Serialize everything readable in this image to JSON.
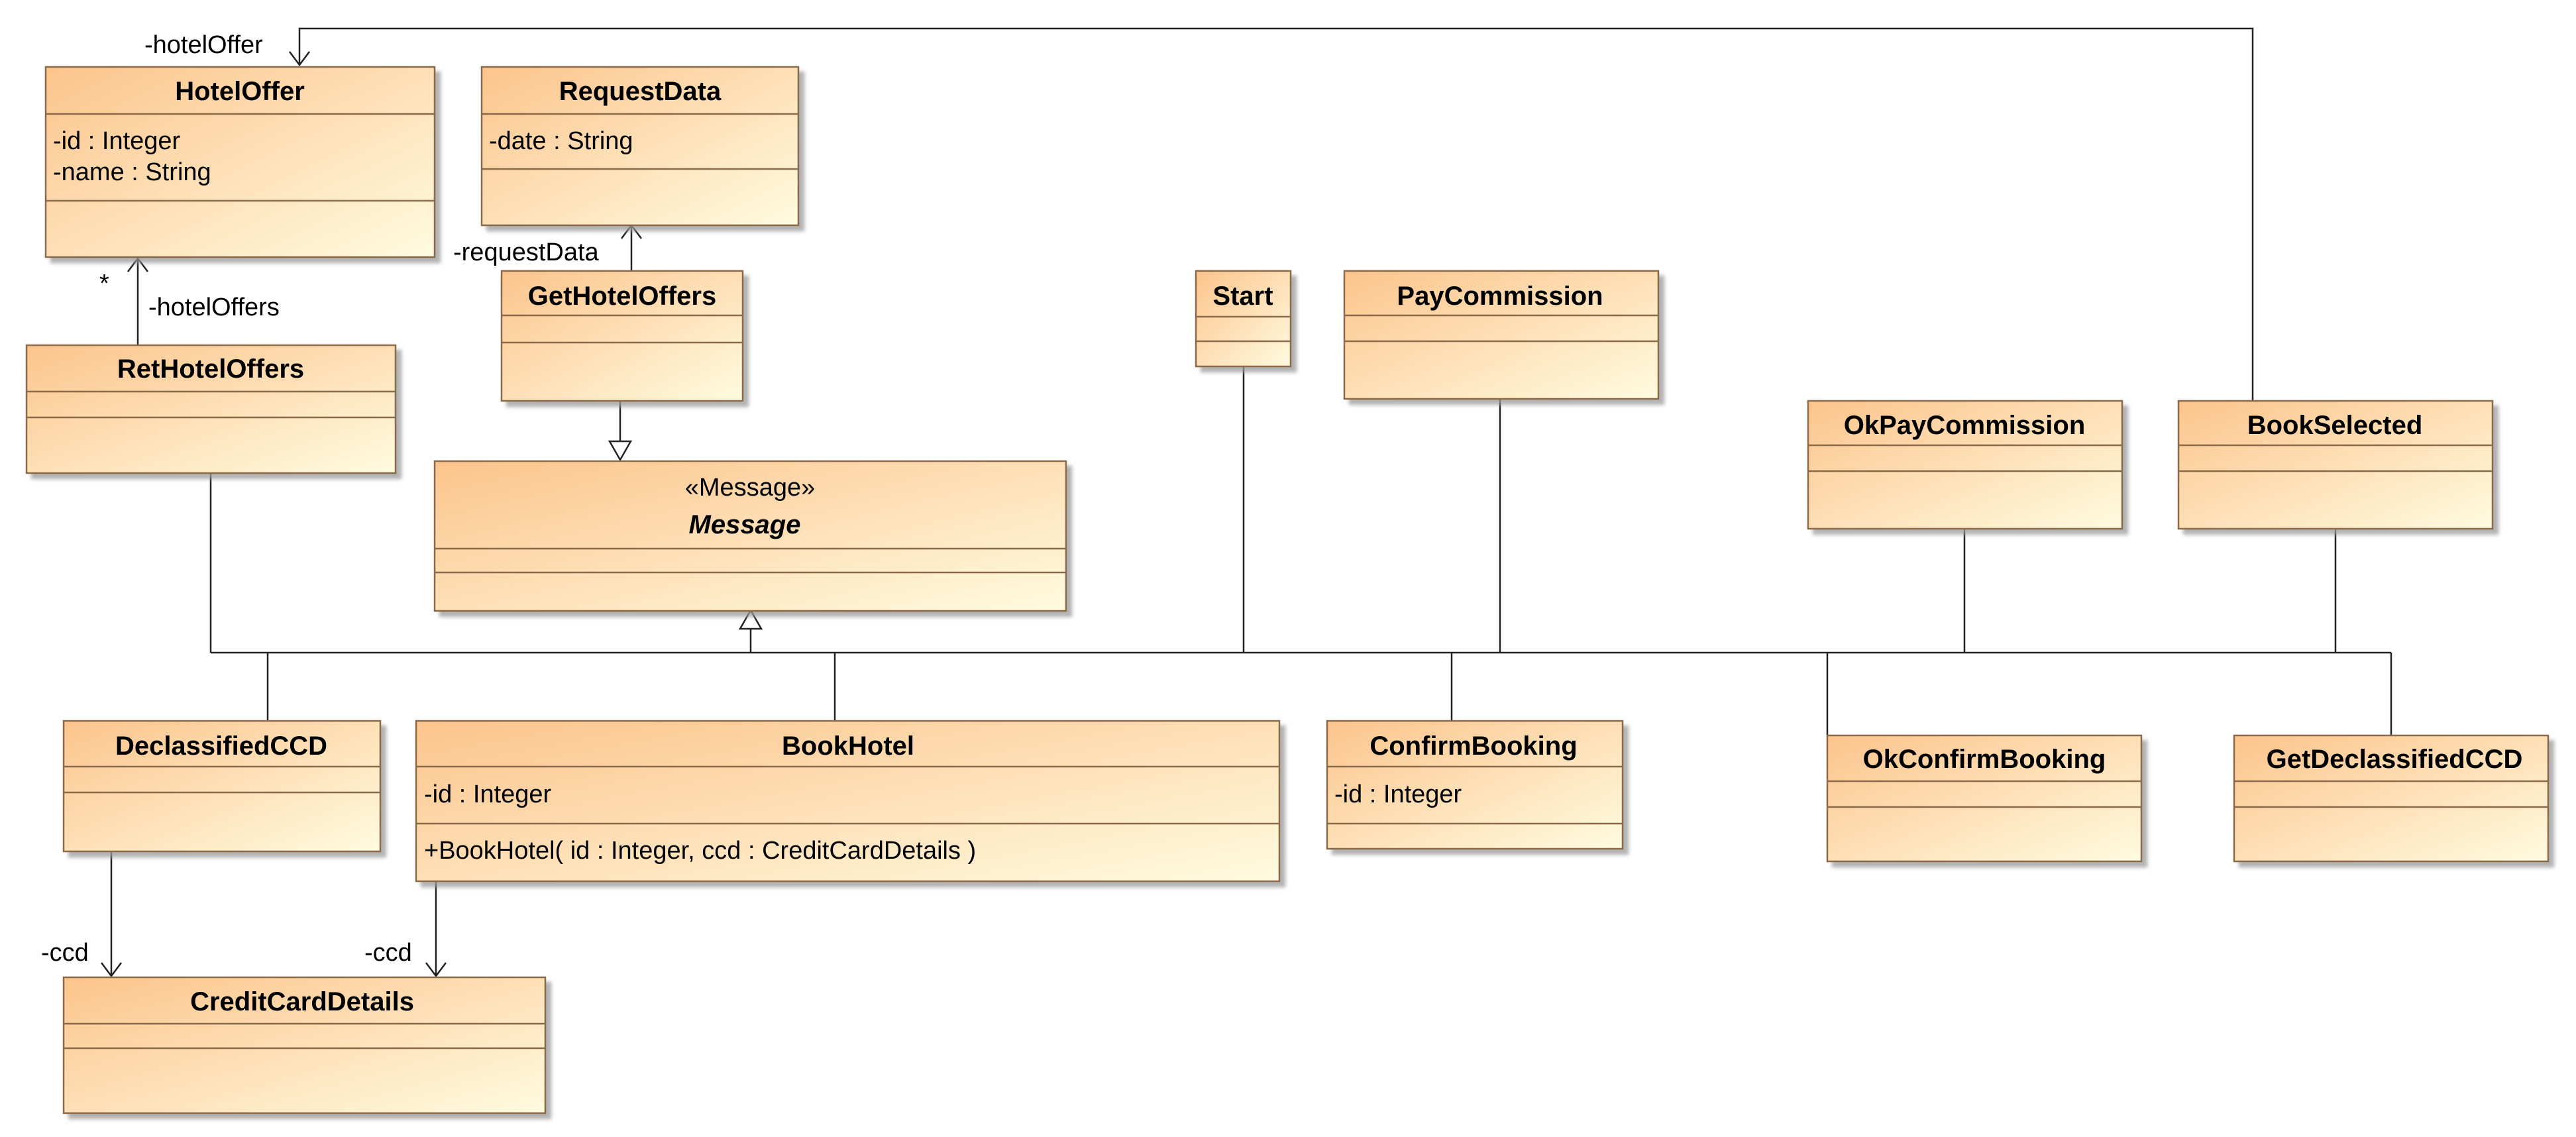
{
  "colors": {
    "box_fill_dark": "#fcc48c",
    "box_fill_light": "#fffbe0",
    "box_border": "#8a6a4a",
    "line": "#222222"
  },
  "classes": {
    "hotel_offer": {
      "name": "HotelOffer",
      "attrs": [
        "-id : Integer",
        "-name : String"
      ]
    },
    "request_data": {
      "name": "RequestData",
      "attrs": [
        "-date : String"
      ]
    },
    "ret_hotel_offers": {
      "name": "RetHotelOffers"
    },
    "get_hotel_offers": {
      "name": "GetHotelOffers"
    },
    "message": {
      "stereotype": "«Message»",
      "name": "Message"
    },
    "start": {
      "name": "Start"
    },
    "pay_commission": {
      "name": "PayCommission"
    },
    "ok_pay_commission": {
      "name": "OkPayCommission"
    },
    "book_selected": {
      "name": "BookSelected"
    },
    "declassified_ccd": {
      "name": "DeclassifiedCCD"
    },
    "book_hotel": {
      "name": "BookHotel",
      "attrs": [
        "-id : Integer"
      ],
      "ops": [
        "+BookHotel( id : Integer, ccd : CreditCardDetails )"
      ]
    },
    "confirm_booking": {
      "name": "ConfirmBooking",
      "attrs": [
        "-id : Integer"
      ]
    },
    "ok_confirm_booking": {
      "name": "OkConfirmBooking"
    },
    "get_declassified_ccd": {
      "name": "GetDeclassifiedCCD"
    },
    "credit_card_details": {
      "name": "CreditCardDetails"
    }
  },
  "edge_labels": {
    "hotel_offer_role_top": "-hotelOffer",
    "hotel_offers_role": "-hotelOffers",
    "hotel_offers_multiplicity": "*",
    "request_data_role": "-requestData",
    "ccd_role_left": "-ccd",
    "ccd_role_right": "-ccd"
  }
}
